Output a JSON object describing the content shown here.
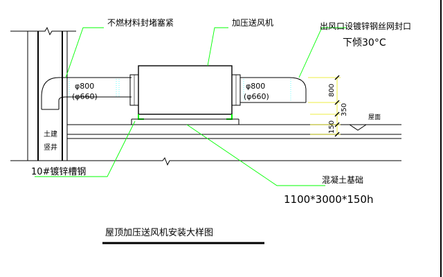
{
  "labels": {
    "fire_seal": "不燃材料封堵塞紧",
    "fan": "加压送风机",
    "outlet_note": "出风口设镀锌钢丝网封口",
    "outlet_angle": "下倾30°C",
    "left_dia_outer": "φ800",
    "left_dia_inner": "(φ660)",
    "right_dia_outer": "φ800",
    "right_dia_inner": "(φ660)",
    "shaft_1": "土建",
    "shaft_2": "竖井",
    "channel_steel": "10#镀锌槽钢",
    "concrete": "混凝土基础",
    "concrete_size": "1100*3000*150h",
    "roof": "屋面",
    "dim_800": "800",
    "dim_350": "350",
    "dim_150": "150",
    "title": "屋顶加压送风机安装大样图"
  },
  "colors": {
    "background": "#ffffff",
    "leader": "#00ff00",
    "dimension": "#e8e800",
    "geometry": "#000000",
    "accent": "#00ffff",
    "title_bar": "#000000"
  }
}
